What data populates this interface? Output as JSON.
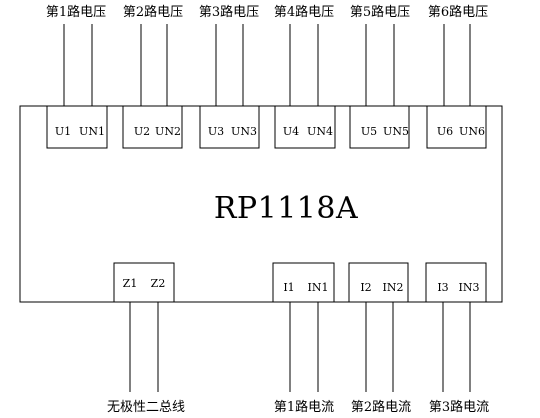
{
  "device": {
    "model": "RP1118A"
  },
  "voltage_inputs": [
    {
      "label": "第1路电压",
      "terminals": [
        "U1",
        "UN1"
      ]
    },
    {
      "label": "第2路电压",
      "terminals": [
        "U2",
        "UN2"
      ]
    },
    {
      "label": "第3路电压",
      "terminals": [
        "U3",
        "UN3"
      ]
    },
    {
      "label": "第4路电压",
      "terminals": [
        "U4",
        "UN4"
      ]
    },
    {
      "label": "第5路电压",
      "terminals": [
        "U5",
        "UN5"
      ]
    },
    {
      "label": "第6路电压",
      "terminals": [
        "U6",
        "UN6"
      ]
    }
  ],
  "bus": {
    "label": "无极性二总线",
    "terminals": [
      "Z1",
      "Z2"
    ]
  },
  "current_inputs": [
    {
      "label": "第1路电流",
      "terminals": [
        "I1",
        "IN1"
      ]
    },
    {
      "label": "第2路电流",
      "terminals": [
        "I2",
        "IN2"
      ]
    },
    {
      "label": "第3路电流",
      "terminals": [
        "I3",
        "IN3"
      ]
    }
  ]
}
